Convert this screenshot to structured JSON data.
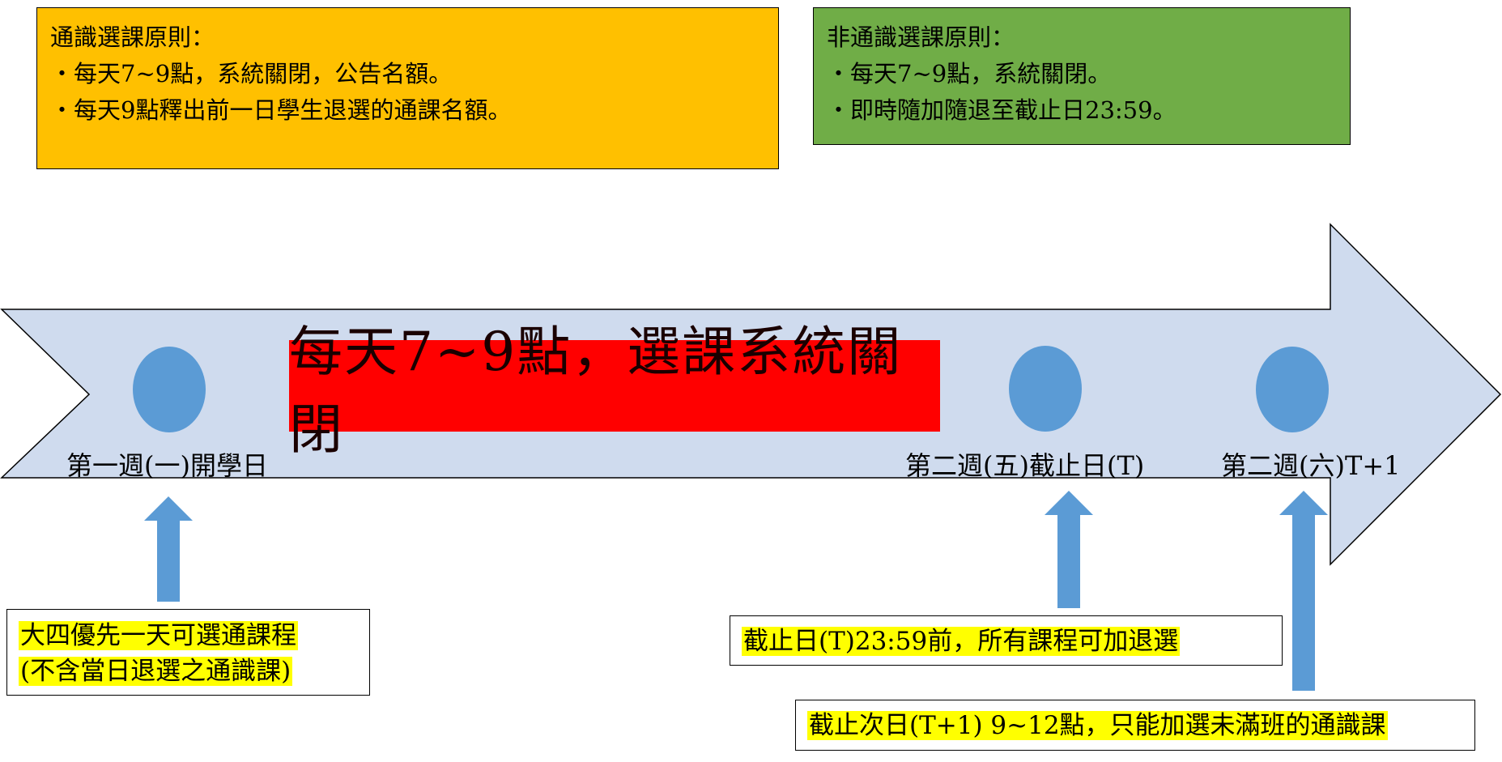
{
  "general_rules": {
    "title": "通識選課原則：",
    "items": [
      "・每天7~9點，系統關閉，公告名額。",
      "・每天9點釋出前一日學生退選的通課名額。"
    ]
  },
  "non_general_rules": {
    "title": "非通識選課原則：",
    "items": [
      "・每天7~9點，系統關閉。",
      "・即時隨加隨退至截止日23:59。"
    ]
  },
  "banner": {
    "text": "每天7~9點，選課系統關閉"
  },
  "milestones": [
    {
      "label": "第一週(一)開學日"
    },
    {
      "label": "第二週(五)截止日(T)"
    },
    {
      "label": "第二週(六)T+1"
    }
  ],
  "notes": [
    {
      "lines": [
        "大四優先一天可選通課程",
        "(不含當日退選之通識課)"
      ]
    },
    {
      "lines": [
        "截止日(T)23:59前，所有課程可加退選"
      ]
    },
    {
      "lines": [
        "截止次日(T+1) 9~12點，只能加選未滿班的通識課"
      ]
    }
  ],
  "colors": {
    "general_box": "#ffc000",
    "non_general_box": "#70ad47",
    "arrow_fill": "#cfdbee",
    "milestone_dot": "#5b9bd5",
    "banner_bg": "#ff0000",
    "highlight": "#ffff00"
  }
}
